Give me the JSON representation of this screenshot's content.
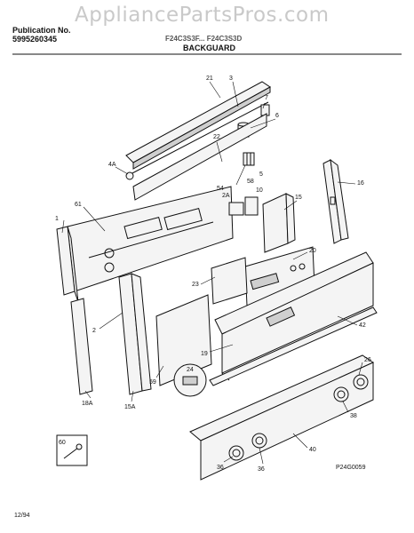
{
  "header": {
    "publication_label": "Publication No.",
    "publication_number": "5995260345",
    "model_text": "F24C3S3F... F24C3S3D",
    "section_title": "BACKGUARD"
  },
  "watermark": "AppliancePartsPros.com",
  "figure_code": "P24G0059",
  "date_code": "12/94",
  "callouts": {
    "c21": "21",
    "c3": "3",
    "c7": "7",
    "c6": "6",
    "c4a": "4A",
    "c22": "22",
    "c5": "5",
    "c58": "58",
    "c54": "54",
    "c2a": "2A",
    "c10": "10",
    "c61": "61",
    "c1": "1",
    "c15": "15",
    "c16": "16",
    "c20": "20",
    "c23": "23",
    "c2": "2",
    "c19": "19",
    "c42": "42",
    "c24": "24",
    "c26": "26",
    "c59": "59",
    "c18a": "18A",
    "c15a": "15A",
    "c38": "38",
    "c40": "40",
    "c60": "60",
    "c36a": "36",
    "c36b": "36"
  },
  "colors": {
    "line": "#111111",
    "watermark": "#c9c9c9",
    "part_fill": "#f4f4f4"
  }
}
